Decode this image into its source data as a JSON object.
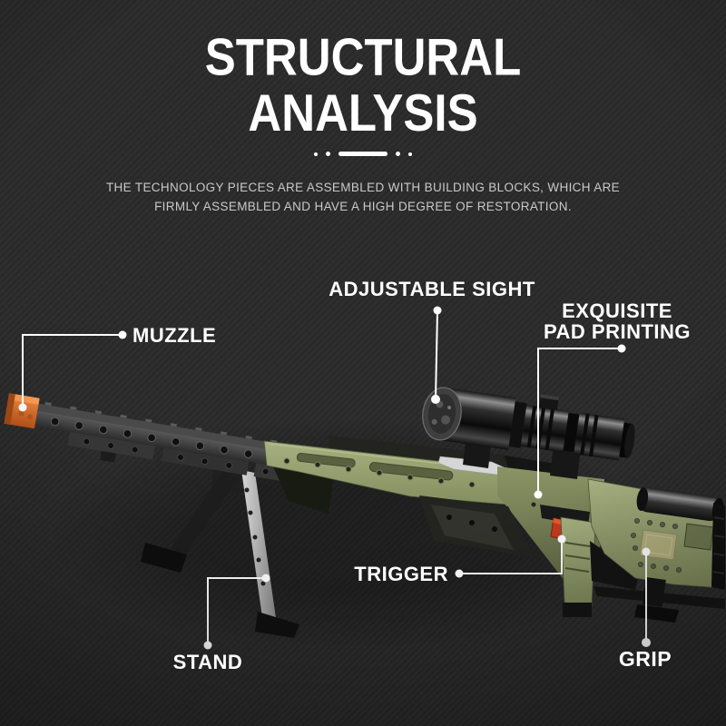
{
  "header": {
    "title_line1": "STRUCTURAL",
    "title_line2": "ANALYSIS",
    "subtitle_line1": "THE TECHNOLOGY PIECES ARE ASSEMBLED WITH BUILDING BLOCKS, WHICH ARE",
    "subtitle_line2": "FIRMLY ASSEMBLED AND HAVE A HIGH DEGREE OF RESTORATION."
  },
  "callouts": {
    "muzzle": {
      "label": "MUZZLE"
    },
    "adjustable_sight": {
      "label": "ADJUSTABLE SIGHT"
    },
    "pad_printing": {
      "label_line1": "EXQUISITE",
      "label_line2": "PAD PRINTING"
    },
    "trigger": {
      "label": "TRIGGER"
    },
    "stand": {
      "label": "STAND"
    },
    "grip": {
      "label": "GRIP"
    }
  },
  "product": {
    "description": "Technic building-block bolt-action sniper rifle model with telescopic sight, folding bipod, monopod stand and olive-green chassis",
    "colors": {
      "background": "#2b2b2b",
      "body_green": "#95a06f",
      "muzzle_orange": "#e4752c",
      "trigger_red": "#c53a1d",
      "pad_tan": "#b3ae7f",
      "callout_white": "#ffffff"
    }
  }
}
